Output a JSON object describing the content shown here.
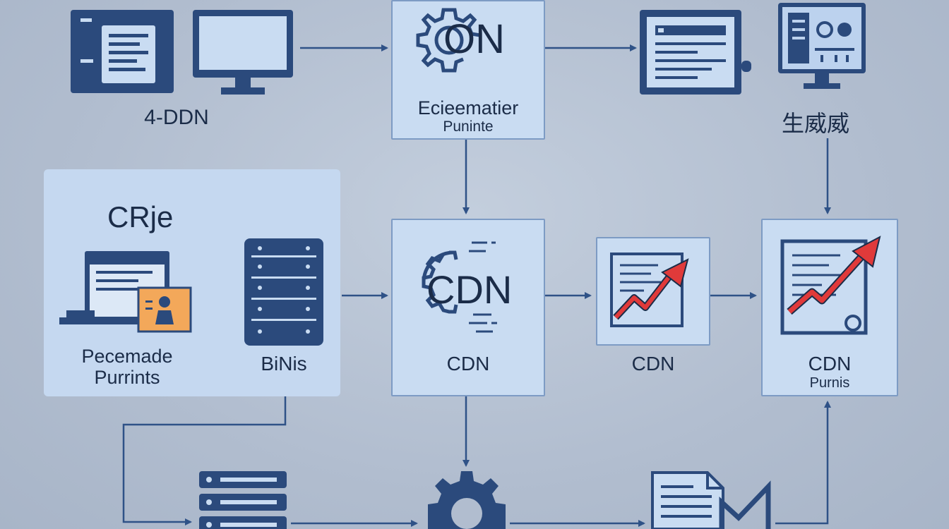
{
  "nodes": {
    "top_left_label": "4-DDN",
    "top_center_icon_text": "ON",
    "top_center_title": "Eciеematier",
    "top_center_subtitle": "Puninte",
    "top_right_label": "生威威",
    "panel_title": "CRje",
    "panel_label_line1": "Pecemade",
    "panel_label_line2": "Purrints",
    "database_label": "BiNis",
    "center_icon_text": "CDN",
    "center_label": "CDN",
    "chart_box_label": "CDN",
    "right_box_label": "CDN",
    "right_box_sublabel": "Purnis"
  },
  "colors": {
    "navy": "#2b4a7c",
    "light_box": "#c9dcf2",
    "border": "#7d9bc4",
    "arrow": "#2f5287",
    "trend_red": "#e03a3a",
    "orange_card": "#f3a85a"
  }
}
